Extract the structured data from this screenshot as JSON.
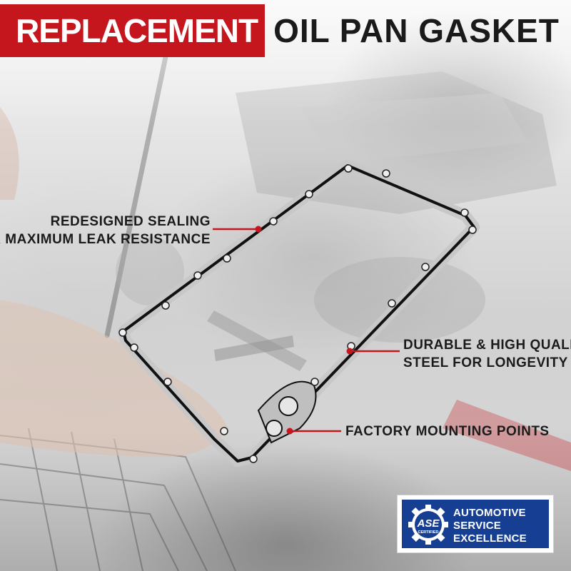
{
  "header": {
    "highlight": "REPLACEMENT",
    "title": "OIL PAN GASKET"
  },
  "callouts": [
    {
      "lines": [
        "REDESIGNED SEALING",
        "FOR MAXIMUM LEAK RESISTANCE"
      ]
    },
    {
      "lines": [
        "DURABLE & HIGH QUALITY",
        "STEEL FOR LONGEVITY"
      ]
    },
    {
      "lines": [
        "FACTORY MOUNTING POINTS"
      ]
    }
  ],
  "badge": {
    "logo_text": "ASE",
    "logo_subtext": "CERTIFIED",
    "lines": [
      "AUTOMOTIVE",
      "SERVICE",
      "EXCELLENCE"
    ]
  },
  "colors": {
    "accent_red": "#c4161c",
    "badge_blue": "#163f93",
    "text_dark": "#1a1a1a"
  }
}
